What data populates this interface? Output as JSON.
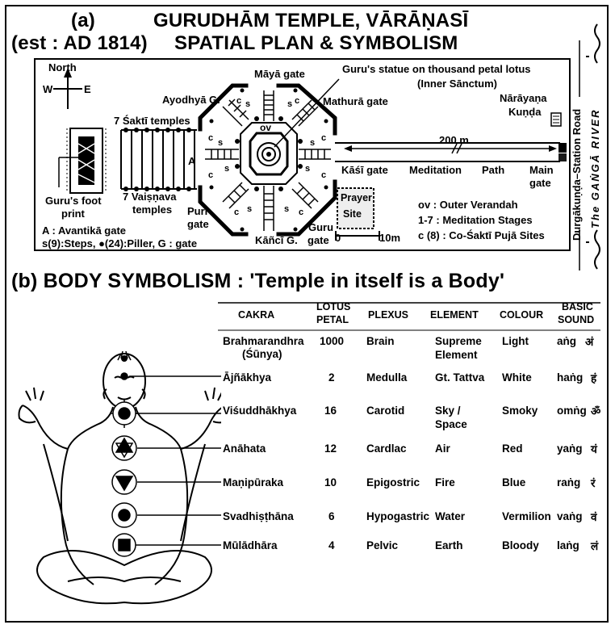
{
  "part_a": {
    "title_prefix": "(a)",
    "title_line1": "GURUDHĀM TEMPLE, VĀRĀṆASĪ",
    "title_line2_left": "(est : AD 1814)",
    "title_line2_right": "SPATIAL PLAN & SYMBOLISM",
    "north": "North",
    "west": "W",
    "east": "E",
    "labels": {
      "ayodhya": "Ayodhyā G.",
      "maya": "Māyā gate",
      "guru_statue": "Guru's statue on thousand petal lotus",
      "inner_sanctum": "(Inner Sānctum)",
      "mathura": "Mathurā gate",
      "narayana": "Nārāyaṇa",
      "kunda": "Kuṇḍa",
      "sakti": "7 Śaktī temples",
      "ov": "ov",
      "distance": "200 m",
      "avantika_a": "A",
      "kasi": "Kāśī gate",
      "meditation": "Meditation",
      "path": "Path",
      "main_gate_1": "Main",
      "main_gate_2": "gate",
      "foot_print_1": "Guru's foot",
      "foot_print_2": "print",
      "vaisnava_1": "7 Vaiṣṇava",
      "vaisnava_2": "temples",
      "puri": "Purī",
      "puri_2": "gate",
      "prayer_1": "Prayer",
      "prayer_2": "Site",
      "guru_gate_1": "Guru",
      "guru_gate_2": "gate",
      "kanci": "Kāñcī G.",
      "scale_0": "0",
      "scale_10": "10m",
      "legend_a": "A : Avantikā gate",
      "legend_s": "s(9):Steps,  ●(24):Piller, G : gate",
      "legend_ov": "ov : Outer Verandah",
      "legend_stages": "1-7 : Meditation Stages",
      "legend_c": "c (8) : Co-Śaktī Pujā Sites",
      "road": "Durgākuṇḍa–Station Road",
      "river": "The GAṄGĀ RIVER",
      "c": "c",
      "s": "s"
    }
  },
  "part_b": {
    "title": "(b) BODY SYMBOLISM : 'Temple in itself is a Body'",
    "headers": {
      "cakra": "CAKRA",
      "lotus_1": "LOTUS",
      "lotus_2": "PETAL",
      "plexus": "PLEXUS",
      "element": "ELEMENT",
      "colour": "COLOUR",
      "sound_1": "BASIC",
      "sound_2": "SOUND"
    },
    "rows": [
      {
        "cakra": "Brahmarandhra",
        "cakra2": "(Śūnya)",
        "petal": "1000",
        "plexus": "Brain",
        "element": "Supreme",
        "element2": "Element",
        "colour": "Light",
        "sound": "aṅg",
        "glyph": "अं"
      },
      {
        "cakra": "Ājñākhya",
        "cakra2": "",
        "petal": "2",
        "plexus": "Medulla",
        "element": "Gt. Tattva",
        "element2": "",
        "colour": "White",
        "sound": "haṅg",
        "glyph": "हं"
      },
      {
        "cakra": "Viśuddhākhya",
        "cakra2": "",
        "petal": "16",
        "plexus": "Carotid",
        "element": "Sky /",
        "element2": "Space",
        "colour": "Smoky",
        "sound": "omṅg",
        "glyph": "ॐ"
      },
      {
        "cakra": "Anāhata",
        "cakra2": "",
        "petal": "12",
        "plexus": "Cardlac",
        "element": "Air",
        "element2": "",
        "colour": "Red",
        "sound": "yaṅg",
        "glyph": "यं"
      },
      {
        "cakra": "Maṇipūraka",
        "cakra2": "",
        "petal": "10",
        "plexus": "Epigostric",
        "element": "Fire",
        "element2": "",
        "colour": "Blue",
        "sound": "raṅg",
        "glyph": "रं"
      },
      {
        "cakra": "Svadhiṣṭhāna",
        "cakra2": "",
        "petal": "6",
        "plexus": "Hypogastric",
        "element": "Water",
        "element2": "",
        "colour": "Vermilion",
        "sound": "vaṅg",
        "glyph": "वं"
      },
      {
        "cakra": "Mūlādhāra",
        "cakra2": "",
        "petal": "4",
        "plexus": "Pelvic",
        "element": "Earth",
        "element2": "",
        "colour": "Bloody",
        "sound": "laṅg",
        "glyph": "लं"
      }
    ]
  }
}
